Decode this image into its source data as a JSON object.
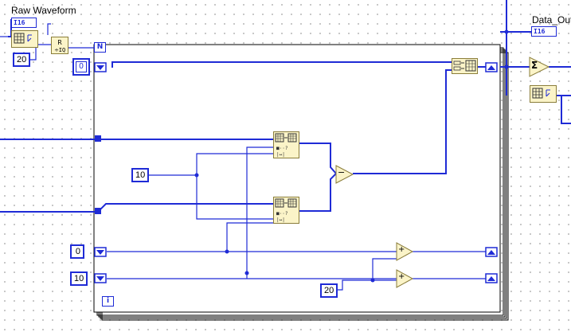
{
  "labels": {
    "raw_waveform": "Raw Waveform",
    "data_out": "Data_Out"
  },
  "indicators": {
    "raw_waveform_type": "I16",
    "data_out_type": "I16"
  },
  "constants": {
    "input_count": "20",
    "window_size": "10",
    "start_index": "0",
    "offset": "10",
    "add_constant": "20",
    "array_index": "0"
  },
  "terminals": {
    "count": "N",
    "iteration": "i"
  },
  "functions": {
    "reshape": "R",
    "subtract": "−",
    "add": "+",
    "sum": "Σ"
  },
  "colors": {
    "wire_blue": "#1f2bd6",
    "int_node_fill": "#fbf4c8",
    "background": "#ffffff"
  }
}
